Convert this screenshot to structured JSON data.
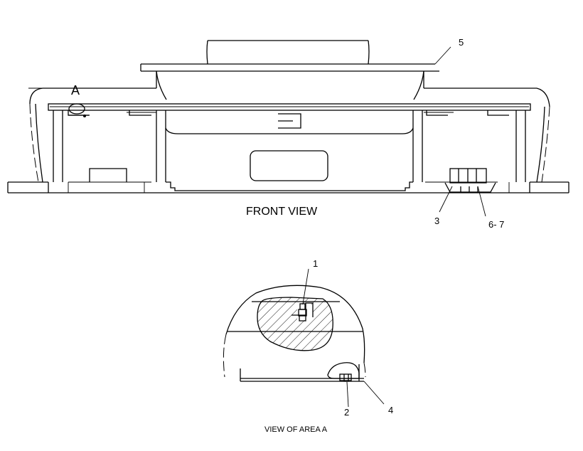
{
  "front_view": {
    "caption": "FRONT VIEW",
    "area_letter": "A",
    "callouts": {
      "c3": "3",
      "c5": "5",
      "c67": "6- 7"
    }
  },
  "detail_view": {
    "caption": "VIEW OF AREA A",
    "callouts": {
      "c1": "1",
      "c2": "2",
      "c4": "4"
    }
  }
}
